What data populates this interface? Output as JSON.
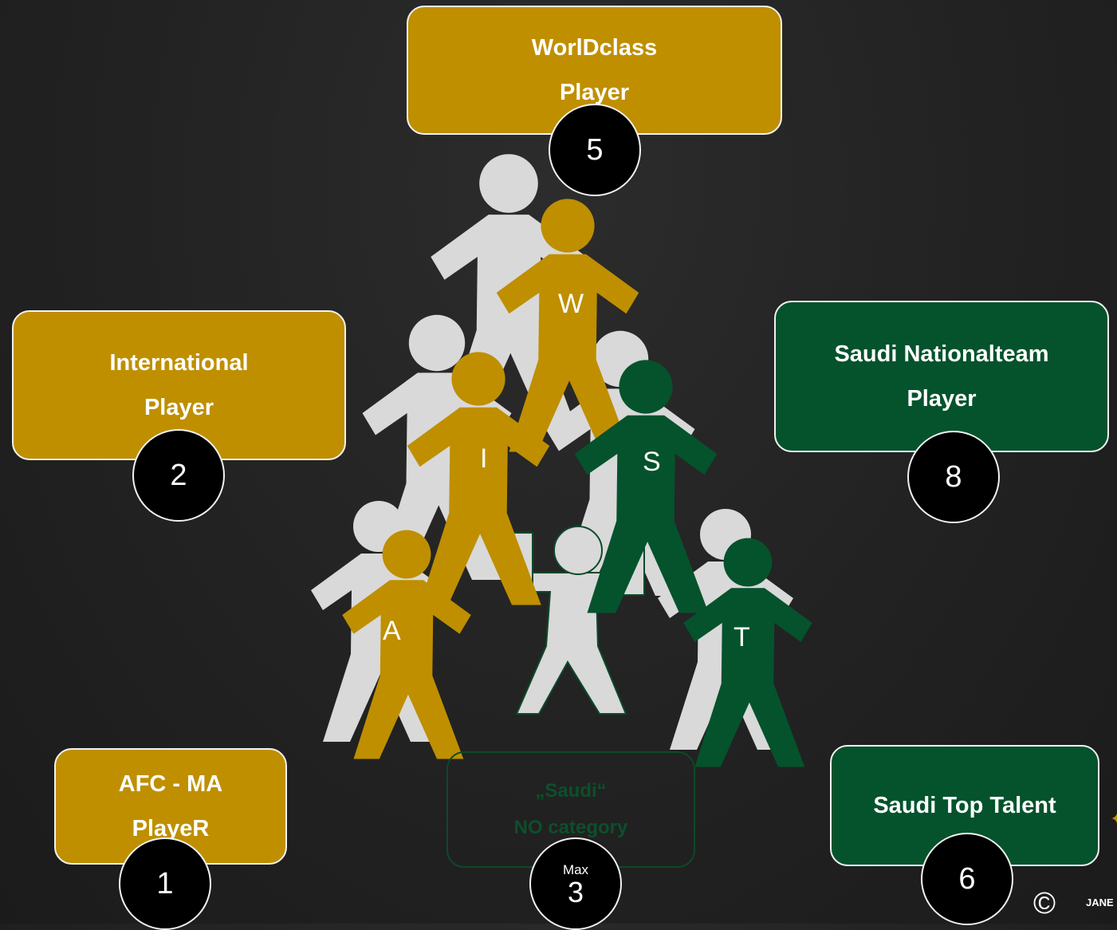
{
  "boxes": {
    "worldclass": {
      "line1": "WorlDclass",
      "line2": "Player",
      "number": "5"
    },
    "international": {
      "line1": "International",
      "line2": "Player",
      "number": "2"
    },
    "saudi_national": {
      "line1": "Saudi Nationalteam",
      "line2": "Player",
      "number": "8"
    },
    "afc": {
      "line1": "AFC - MA",
      "line2": "PlayeR",
      "number": "1"
    },
    "saudi_nocat": {
      "line1": "„Saudi“",
      "line2": "NO category",
      "number_prefix": "Max",
      "number": "3"
    },
    "top_talent": {
      "line1": "Saudi Top Talent",
      "number": "6"
    }
  },
  "figures": {
    "labels": [
      "W",
      "I",
      "S",
      "A",
      "T"
    ]
  },
  "footer": {
    "copyright_symbol": "©",
    "author": "JANE",
    "logo": "star-logo"
  },
  "colors": {
    "gold": "#bf8f00",
    "green": "#04532c",
    "grey": "#d9d9d9",
    "background": "#222222"
  }
}
